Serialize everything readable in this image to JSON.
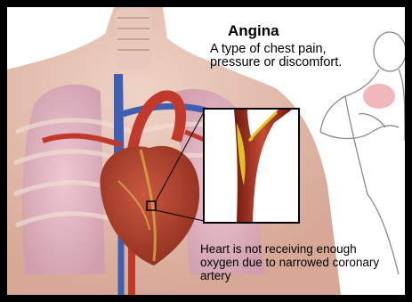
{
  "title": "Angina",
  "description": "A type of chest pain, pressure or discomfort.",
  "note": "Heart is not receiving enough oxygen due to narrowed coronary artery",
  "colors": {
    "border": "#000000",
    "skin": "#e7c3b5",
    "lung": "#e2b8c8",
    "heart": "#b4432e",
    "vein": "#3f5fb2",
    "artery": "#c0392b",
    "plaque": "#e3c31a"
  },
  "icons": [
    "torso-illustration",
    "heart-illustration",
    "magnified-artery-inset",
    "man-clutching-chest-sketch"
  ]
}
